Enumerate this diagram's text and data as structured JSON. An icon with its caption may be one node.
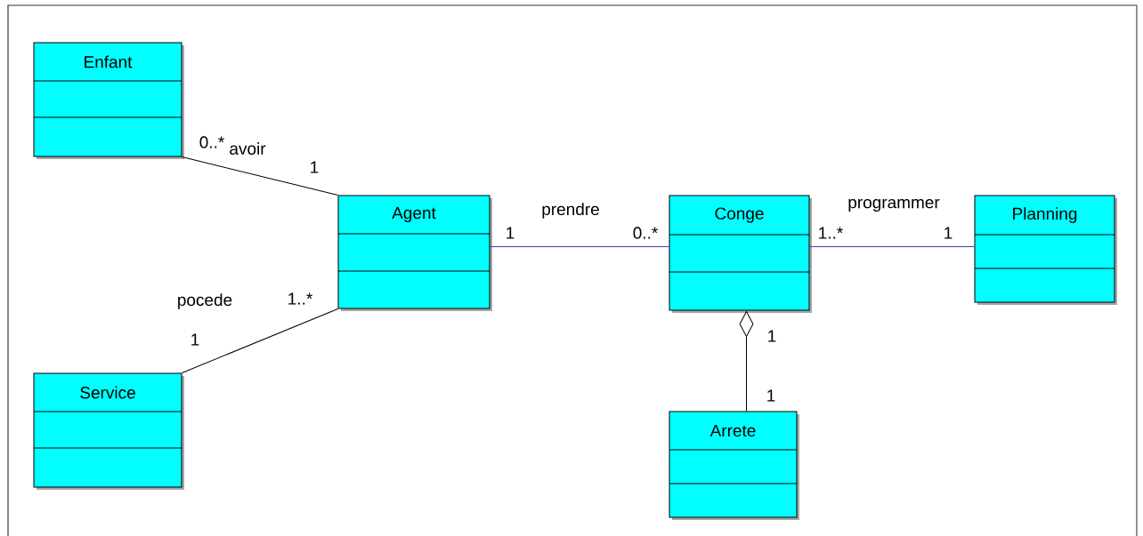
{
  "diagram": {
    "nodes": [
      {
        "text": [
          "Enfant"
        ]
      },
      {
        "text": [
          "Agent"
        ]
      },
      {
        "text": [
          "Conge"
        ]
      },
      {
        "text": [
          "Planning"
        ]
      },
      {
        "text": [
          "Service"
        ]
      },
      {
        "text": [
          "Arrete"
        ]
      }
    ],
    "edges": [
      {
        "from": 0,
        "to": 1,
        "arrow": "none",
        "label": "avoir"
      },
      {
        "from": 1,
        "to": 2,
        "arrow": "none",
        "label": "prendre",
        "color": "#4040c0"
      },
      {
        "from": 4,
        "to": 1,
        "arrow": "none",
        "label": "pocede"
      },
      {
        "from": 2,
        "to": 3,
        "arrow": "none",
        "label": "programmer",
        "color": "#4040c0"
      },
      {
        "from": 2,
        "to": 5,
        "arrow": "other"
      }
    ],
    "labels": [
      "0..*",
      "1",
      "1",
      "0..*",
      "1..*",
      "1",
      "1..*",
      "1",
      "1",
      "1"
    ]
  }
}
